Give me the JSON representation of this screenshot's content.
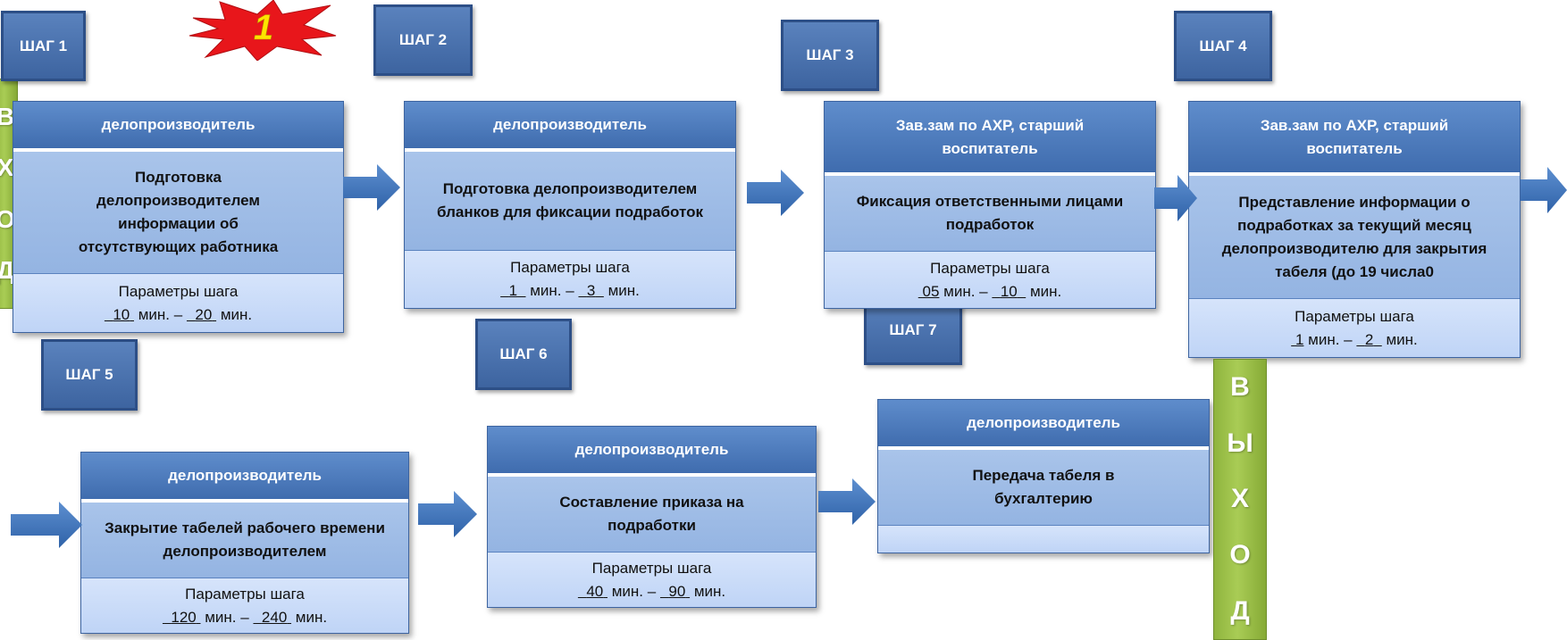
{
  "colors": {
    "tag": "#3d64a0",
    "role_header": "#4f7cbf",
    "task": "#9fbce6",
    "params": "#cfe0fb",
    "arrow": "#3b71b8",
    "side_bar": "#9bc04a",
    "burst": "#e8161b",
    "burst_number": "#ffe400"
  },
  "burst": {
    "number": "1"
  },
  "left_bar": {
    "letters": [
      "В",
      "Х",
      "О",
      "Д"
    ]
  },
  "right_bar": {
    "letters": [
      "В",
      "Ы",
      "Х",
      "О",
      "Д"
    ]
  },
  "steps": [
    {
      "tag": "ШАГ 1",
      "role": "делопроизводитель",
      "task": "Подготовка делопроизводителем информации об отсутствующих работника",
      "params_label": "Параметры шага",
      "min_value": "10",
      "max_value": "20",
      "unit": "мин.",
      "dash": "–"
    },
    {
      "tag": "ШАГ 2",
      "role": "делопроизводитель",
      "task": "Подготовка делопроизводителем бланков для фиксации подработок",
      "params_label": "Параметры шага",
      "min_value": "1",
      "max_value": "3",
      "unit": "мин.",
      "dash": "–"
    },
    {
      "tag": "ШАГ 3",
      "role": "Зав.зам по АХР, старший воспитатель",
      "task": "Фиксация ответственными лицами подработок",
      "params_label": "Параметры шага",
      "min_value": "05",
      "max_value": "10",
      "unit": "мин.",
      "dash": "–"
    },
    {
      "tag": "ШАГ 4",
      "role": "Зав.зам по АХР, старший воспитатель",
      "task": "Представление информации о подработках за текущий месяц делопроизводителю для закрытия табеля (до 19 числа0",
      "params_label": "Параметры шага",
      "min_value": "1",
      "max_value": "2",
      "unit": "мин.",
      "dash": "–"
    },
    {
      "tag": "ШАГ 5",
      "role": "делопроизводитель",
      "task": "Закрытие табелей рабочего времени делопроизводителем",
      "params_label": "Параметры шага",
      "min_value": "120",
      "max_value": "240",
      "unit": "мин.",
      "dash": "–"
    },
    {
      "tag": "ШАГ 6",
      "role": "делопроизводитель",
      "task": "Составление приказа на подработки",
      "params_label": "Параметры шага",
      "min_value": "40",
      "max_value": "90",
      "unit": "мин.",
      "dash": "–"
    },
    {
      "tag": "ШАГ 7",
      "role": "делопроизводитель",
      "task": "Передача табеля в бухгалтерию"
    }
  ]
}
